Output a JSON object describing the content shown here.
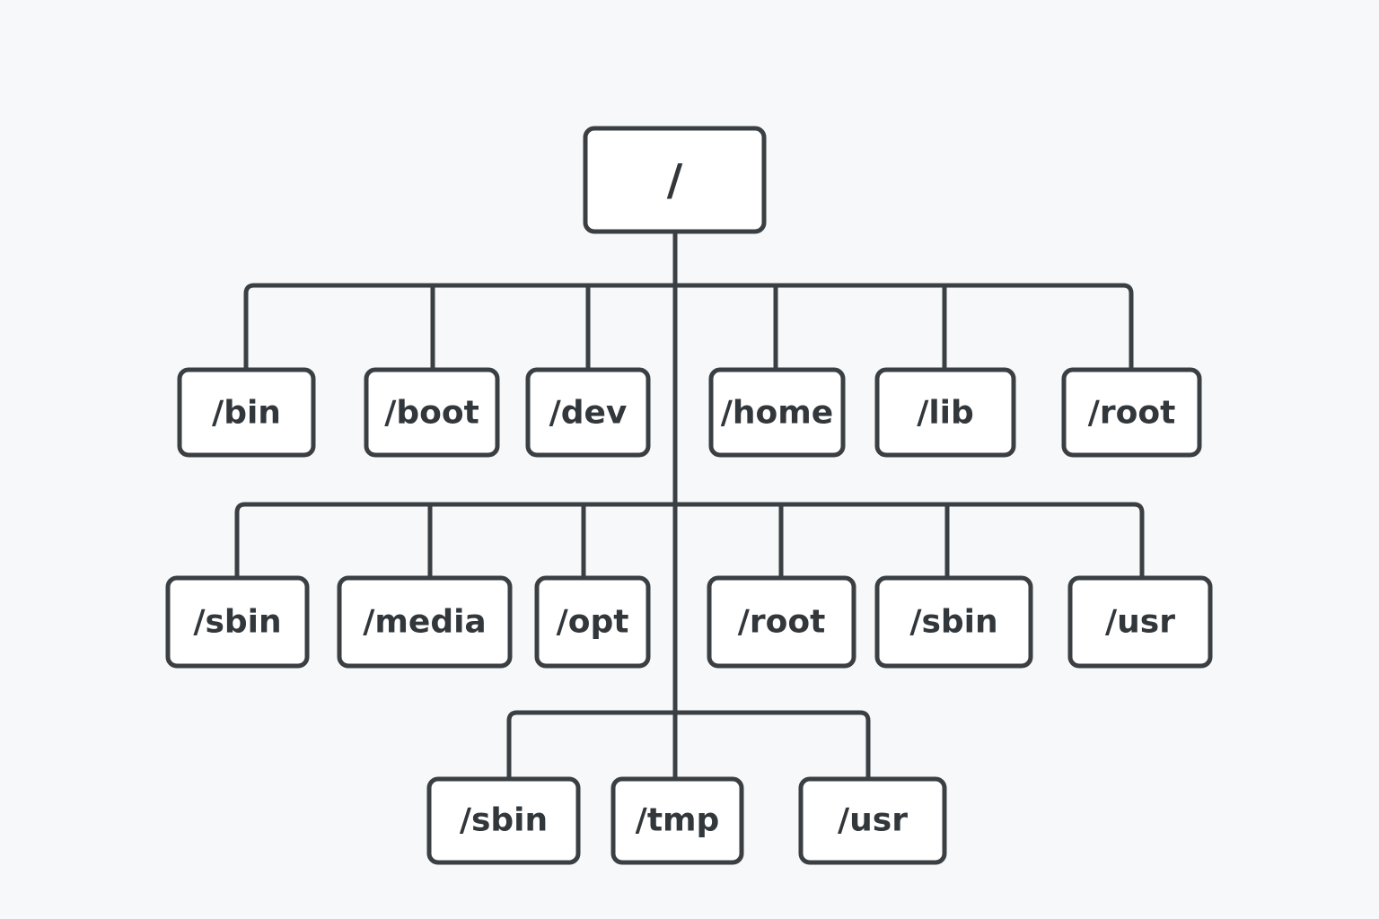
{
  "colors": {
    "background": "#f7f8f9",
    "line": "#3a3f43",
    "box_fill": "#ffffff",
    "text": "#32373b"
  },
  "tree": {
    "root": "/",
    "rows": [
      [
        "/bin",
        "/boot",
        "/dev",
        "/home",
        "/lib",
        "/root"
      ],
      [
        "/sbin",
        "/media",
        "/opt",
        "/root",
        "/sbin",
        "/usr"
      ],
      [
        "/sbin",
        "/tmp",
        "/usr"
      ]
    ]
  }
}
